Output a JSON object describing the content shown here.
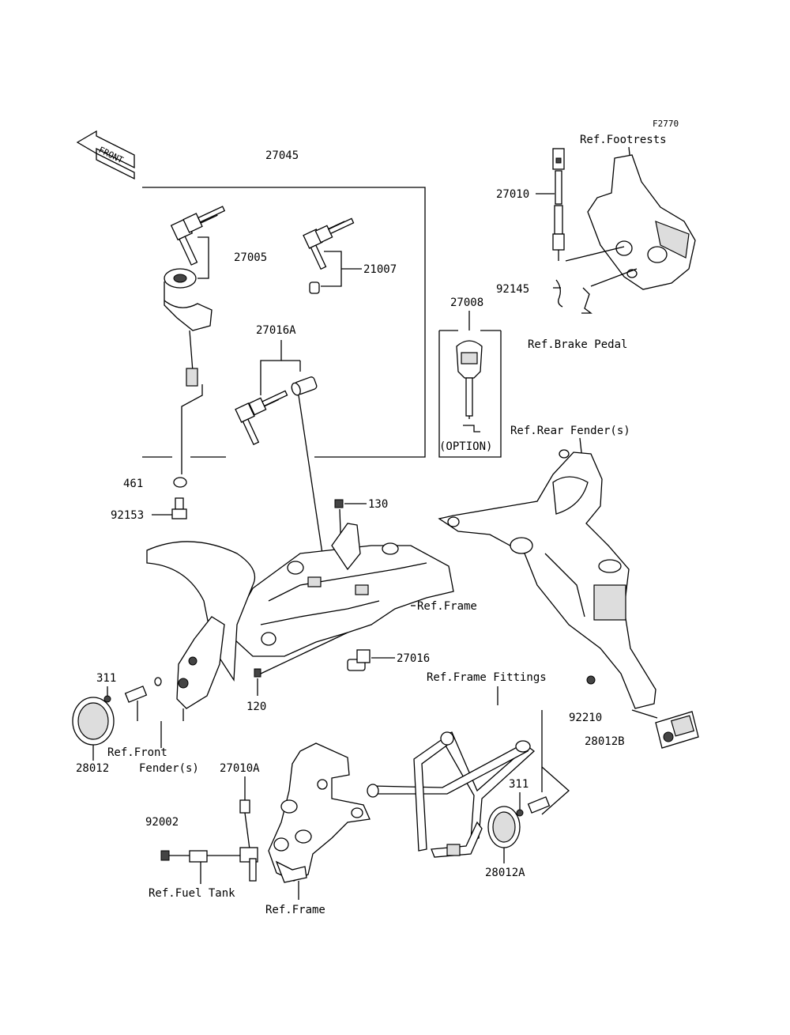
{
  "figure_code": "F2770",
  "front_arrow": "FRONT",
  "parts": {
    "p27045": "27045",
    "p27005": "27005",
    "p21007": "21007",
    "p27016A": "27016A",
    "p461": "461",
    "p92153": "92153",
    "p130": "130",
    "p27016": "27016",
    "p120": "120",
    "p311_left": "311",
    "p28012": "28012",
    "p27010": "27010",
    "p92145": "92145",
    "p27008": "27008",
    "p92210": "92210",
    "p28012B": "28012B",
    "p27010A": "27010A",
    "p92002": "92002",
    "p311_right": "311",
    "p28012A": "28012A"
  },
  "refs": {
    "footrests": "Ref.Footrests",
    "brake_pedal": "Ref.Brake Pedal",
    "rear_fender": "Ref.Rear Fender(s)",
    "frame_mid": "Ref.Frame",
    "frame_fittings": "Ref.Frame Fittings",
    "front_fender_1": "Ref.Front",
    "front_fender_2": "Fender(s)",
    "fuel_tank": "Ref.Fuel Tank",
    "frame_bottom": "Ref.Frame"
  },
  "option_label": "(OPTION)"
}
